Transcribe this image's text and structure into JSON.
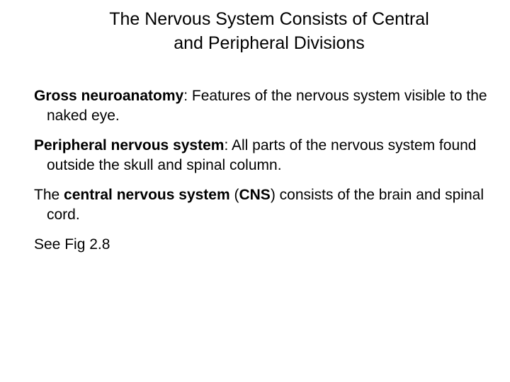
{
  "slide": {
    "title_line1": "The Nervous System Consists of Central",
    "title_line2": "and Peripheral Divisions",
    "paragraphs": {
      "gross": {
        "term": "Gross neuroanatomy",
        "rest": ": Features of the nervous system visible to the naked eye."
      },
      "peripheral": {
        "term": "Peripheral nervous system",
        "rest": ": All parts of the nervous system found outside the skull and spinal column."
      },
      "central": {
        "pre": "The ",
        "term": "central nervous system",
        "mid": " (",
        "abbr": "CNS",
        "rest": ") consists of the brain and spinal cord."
      },
      "see_fig": "See Fig 2.8"
    }
  }
}
